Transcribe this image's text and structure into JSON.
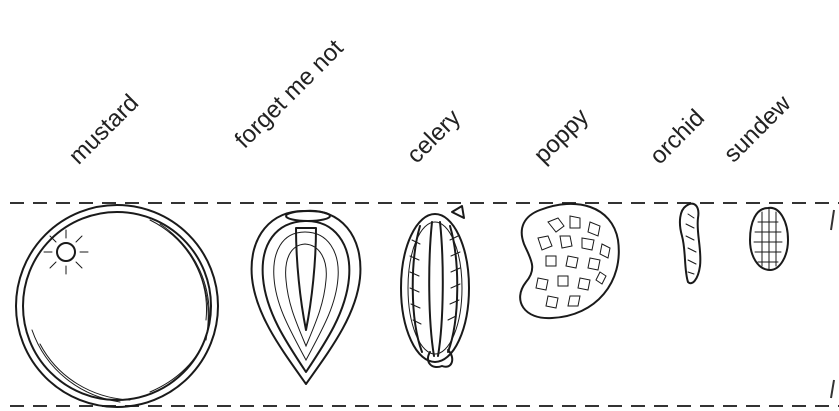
{
  "seeds": [
    {
      "name": "mustard"
    },
    {
      "name": "forget me not"
    },
    {
      "name": "celery"
    },
    {
      "name": "poppy"
    },
    {
      "name": "orchid"
    },
    {
      "name": "sundew"
    }
  ],
  "colors": {
    "ink": "#1a1a1a",
    "background": "#ffffff"
  }
}
